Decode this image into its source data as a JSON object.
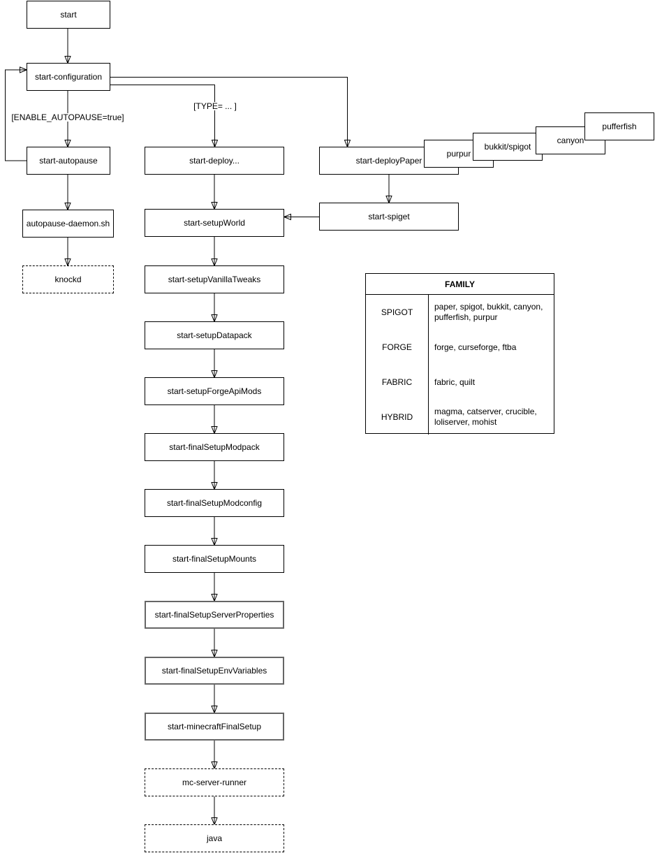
{
  "nodes": {
    "start": "start",
    "start_configuration": "start-configuration",
    "start_autopause": "start-autopause",
    "autopause_daemon": "autopause-daemon.sh",
    "knockd": "knockd",
    "start_deploy": "start-deploy...",
    "start_deploy_paper": "start-deployPaper",
    "purpur": "purpur",
    "bukkit_spigot": "bukkit/spigot",
    "canyon": "canyon",
    "pufferfish": "pufferfish",
    "start_spiget": "start-spiget",
    "start_setup_world": "start-setupWorld",
    "start_setup_vanilla_tweaks": "start-setupVanillaTweaks",
    "start_setup_datapack": "start-setupDatapack",
    "start_setup_forge_api_mods": "start-setupForgeApiMods",
    "start_final_setup_modpack": "start-finalSetupModpack",
    "start_final_setup_modconfig": "start-finalSetupModconfig",
    "start_final_setup_mounts": "start-finalSetupMounts",
    "start_final_setup_server_properties": "start-finalSetupServerProperties",
    "start_final_setup_env_variables": "start-finalSetupEnvVariables",
    "start_minecraft_final_setup": "start-minecraftFinalSetup",
    "mc_server_runner": "mc-server-runner",
    "java": "java"
  },
  "edge_labels": {
    "enable_autopause": "[ENABLE_AUTOPAUSE=true]",
    "type": "[TYPE= ... ]"
  },
  "family_table": {
    "title": "FAMILY",
    "rows": [
      {
        "family": "SPIGOT",
        "members": "paper, spigot, bukkit, canyon, pufferfish, purpur"
      },
      {
        "family": "FORGE",
        "members": "forge, curseforge, ftba"
      },
      {
        "family": "FABRIC",
        "members": "fabric, quilt"
      },
      {
        "family": "HYBRID",
        "members": "magma, catserver, crucible, loliserver, mohist"
      }
    ]
  },
  "colors": {
    "edge": "#000000",
    "border": "#000000",
    "muted_border": "#666666",
    "background": "#ffffff",
    "text": "#000000"
  }
}
